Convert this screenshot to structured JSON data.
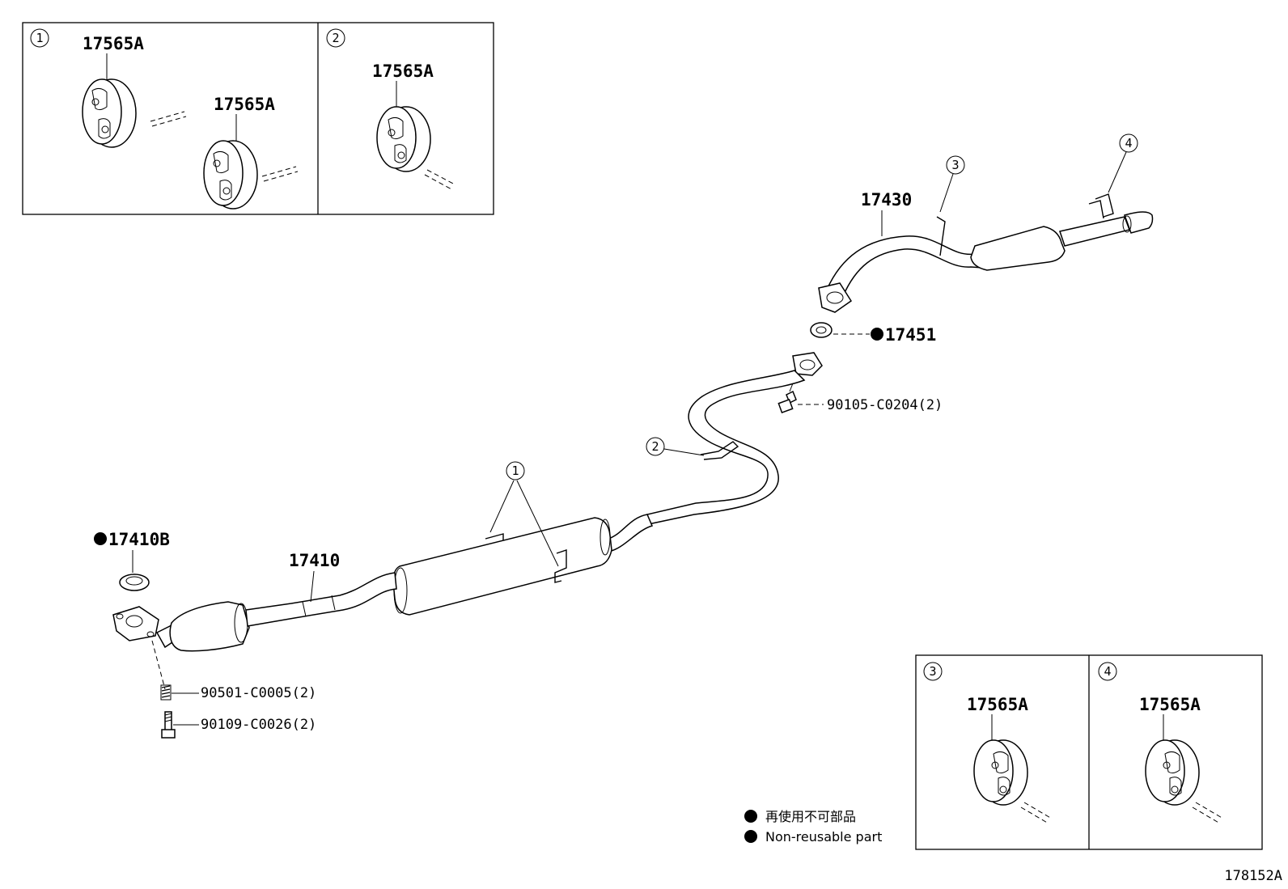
{
  "insets": {
    "inset1": {
      "ref": "1",
      "parts": [
        "17565A",
        "17565A"
      ]
    },
    "inset2": {
      "ref": "2",
      "parts": [
        "17565A"
      ]
    },
    "inset3": {
      "ref": "3",
      "parts": [
        "17565A"
      ]
    },
    "inset4": {
      "ref": "4",
      "parts": [
        "17565A"
      ]
    }
  },
  "parts": {
    "tail_pipe": "17430",
    "gasket_17451": "17451",
    "bolt_90105": "90105-C0204(2)",
    "gasket_17410b": "17410B",
    "front_pipe": "17410",
    "spring_90501": "90501-C0005(2)",
    "bolt_90109": "90109-C0026(2)"
  },
  "callouts": {
    "c1": "1",
    "c2": "2",
    "c3": "3",
    "c4": "4"
  },
  "legend": {
    "jp": "再使用不可部品",
    "en": "Non-reusable part"
  },
  "diagram_id": "178152A"
}
